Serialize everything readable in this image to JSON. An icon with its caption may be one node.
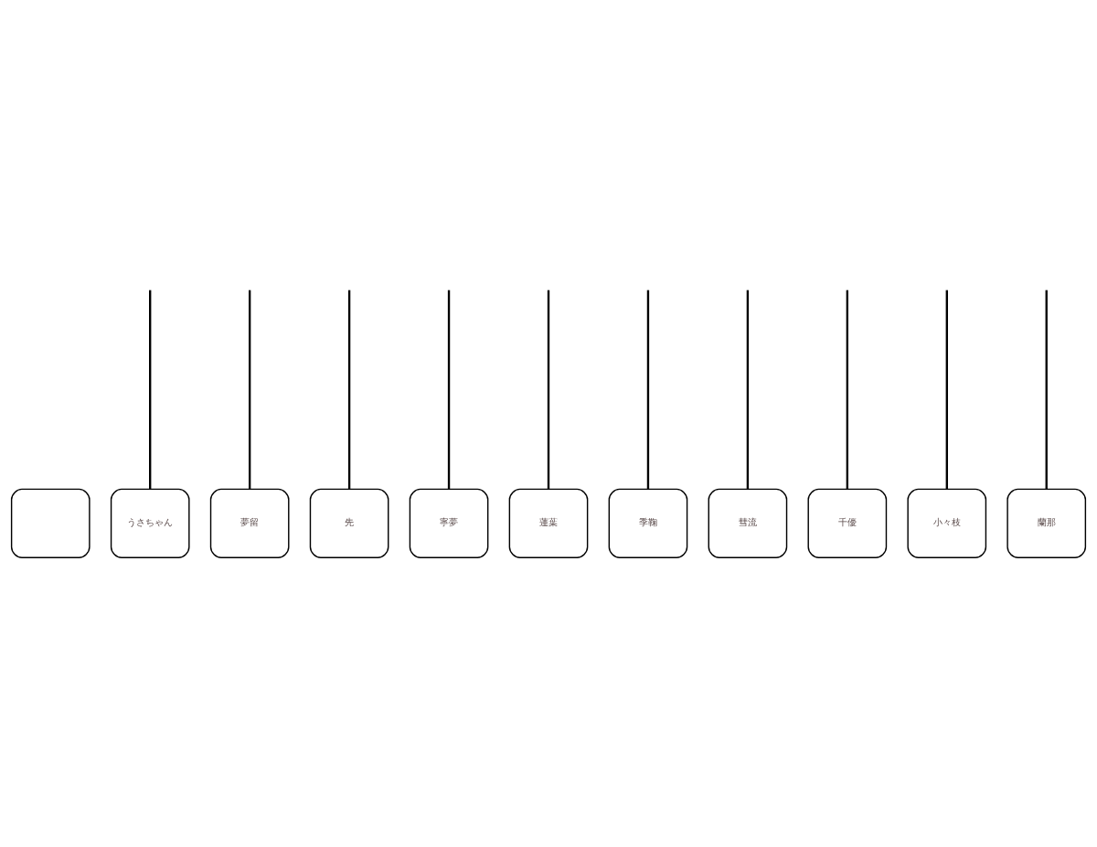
{
  "diagram": {
    "nodes": [
      {
        "text": [],
        "shape": "box"
      },
      {
        "text": [
          "うさちゃん"
        ]
      },
      {
        "text": [
          "夢留"
        ]
      },
      {
        "text": [
          "先"
        ]
      },
      {
        "text": [
          "寧夢"
        ]
      },
      {
        "text": [
          "蓮葉"
        ]
      },
      {
        "text": [
          "季鞠"
        ]
      },
      {
        "text": [
          "彗流"
        ]
      },
      {
        "text": [
          "千優"
        ]
      },
      {
        "text": [
          "小々枝"
        ]
      },
      {
        "text": [
          "蘭那"
        ]
      }
    ],
    "edges": [
      {
        "from": null,
        "to": 1,
        "arrow": "none"
      },
      {
        "from": null,
        "to": 2,
        "arrow": "none"
      },
      {
        "from": null,
        "to": 3,
        "arrow": "none"
      },
      {
        "from": null,
        "to": 4,
        "arrow": "none"
      },
      {
        "from": null,
        "to": 5,
        "arrow": "none"
      },
      {
        "from": null,
        "to": 6,
        "arrow": "none"
      },
      {
        "from": null,
        "to": 7,
        "arrow": "none"
      },
      {
        "from": null,
        "to": 8,
        "arrow": "none"
      },
      {
        "from": null,
        "to": 9,
        "arrow": "none"
      },
      {
        "from": null,
        "to": 10,
        "arrow": "none"
      }
    ]
  }
}
